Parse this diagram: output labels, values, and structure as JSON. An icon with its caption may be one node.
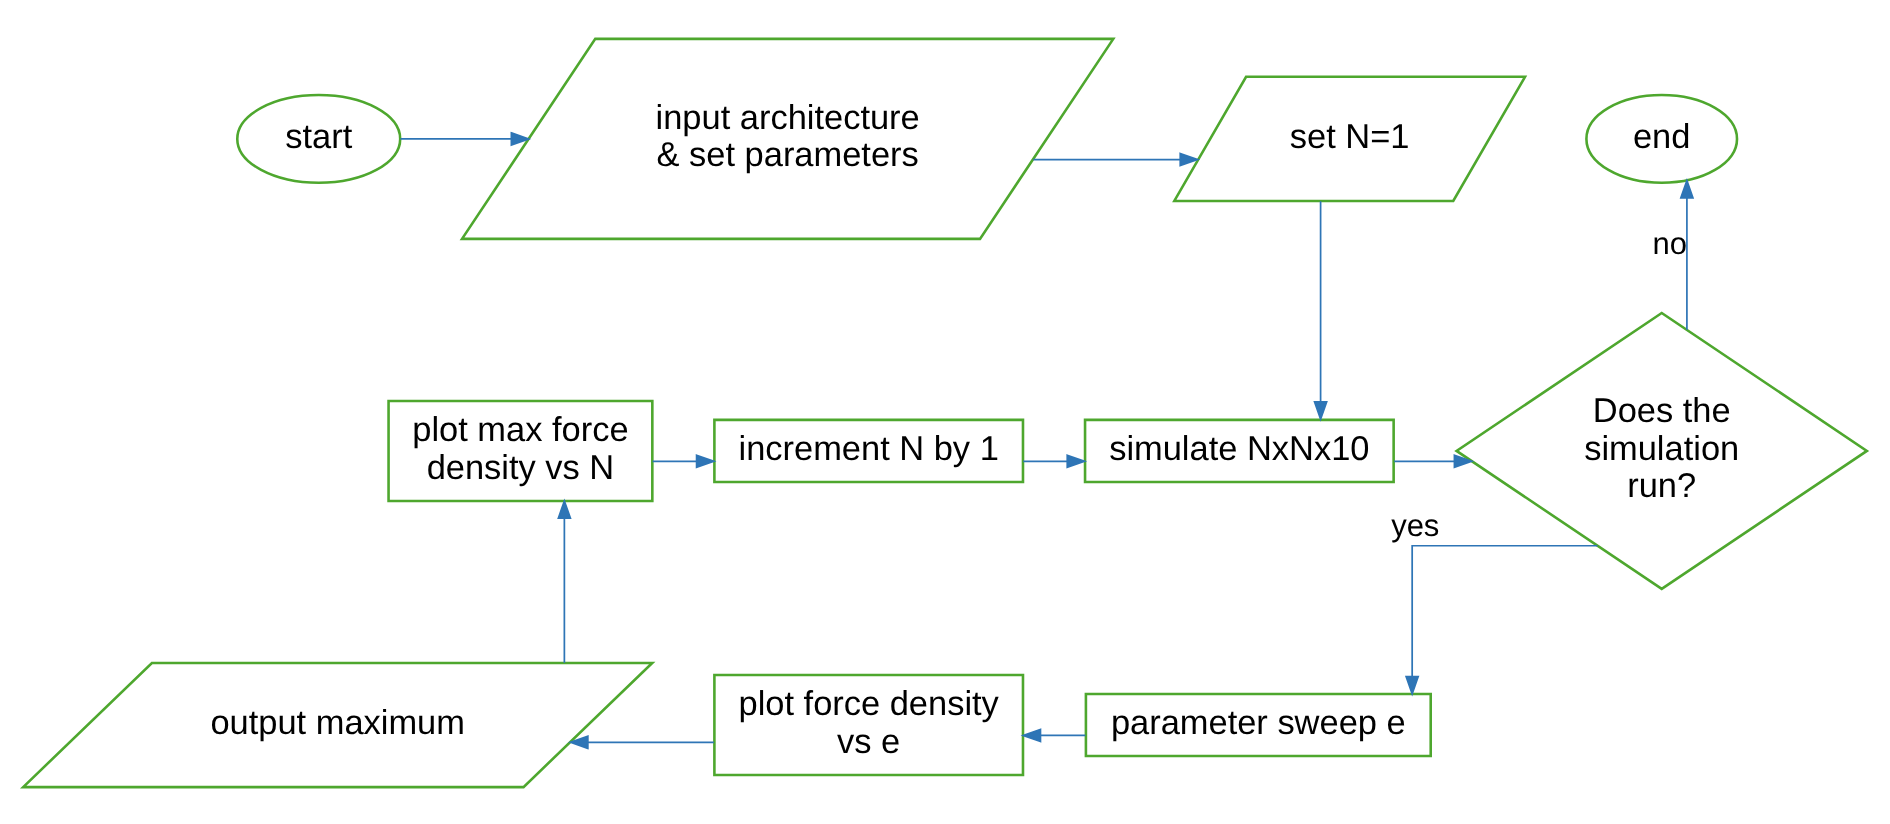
{
  "diagram": {
    "nodes": [
      {
        "text": [
          "start"
        ]
      },
      {
        "text": [
          "input architecture & set parameters"
        ]
      },
      {
        "text": [
          "set N=1"
        ]
      },
      {
        "text": [
          "end"
        ]
      },
      {
        "text": [
          "plot max force density vs N"
        ]
      },
      {
        "text": [
          "increment N by 1"
        ]
      },
      {
        "text": [
          "simulate NxNx10"
        ]
      },
      {
        "text": [
          "Does the simulation run?"
        ]
      },
      {
        "text": [
          "output maximum"
        ]
      },
      {
        "text": [
          "plot force density vs e"
        ]
      },
      {
        "text": [
          "parameter sweep e"
        ]
      }
    ],
    "edges": [
      {
        "from": 0,
        "to": 1,
        "arrow": "to"
      },
      {
        "from": 1,
        "to": 2,
        "arrow": "to"
      },
      {
        "from": 2,
        "to": 6,
        "arrow": "to"
      },
      {
        "from": 7,
        "to": 3,
        "arrow": "to",
        "label": "no"
      },
      {
        "from": 4,
        "to": 5,
        "arrow": "to"
      },
      {
        "from": 5,
        "to": 6,
        "arrow": "to"
      },
      {
        "from": 6,
        "to": 7,
        "arrow": "to"
      },
      {
        "from": 7,
        "to": 10,
        "arrow": "to",
        "label": "yes"
      },
      {
        "from": 10,
        "to": 9,
        "arrow": "to"
      },
      {
        "from": 9,
        "to": 8,
        "arrow": "to"
      },
      {
        "from": 8,
        "to": 4,
        "arrow": "to"
      }
    ]
  }
}
